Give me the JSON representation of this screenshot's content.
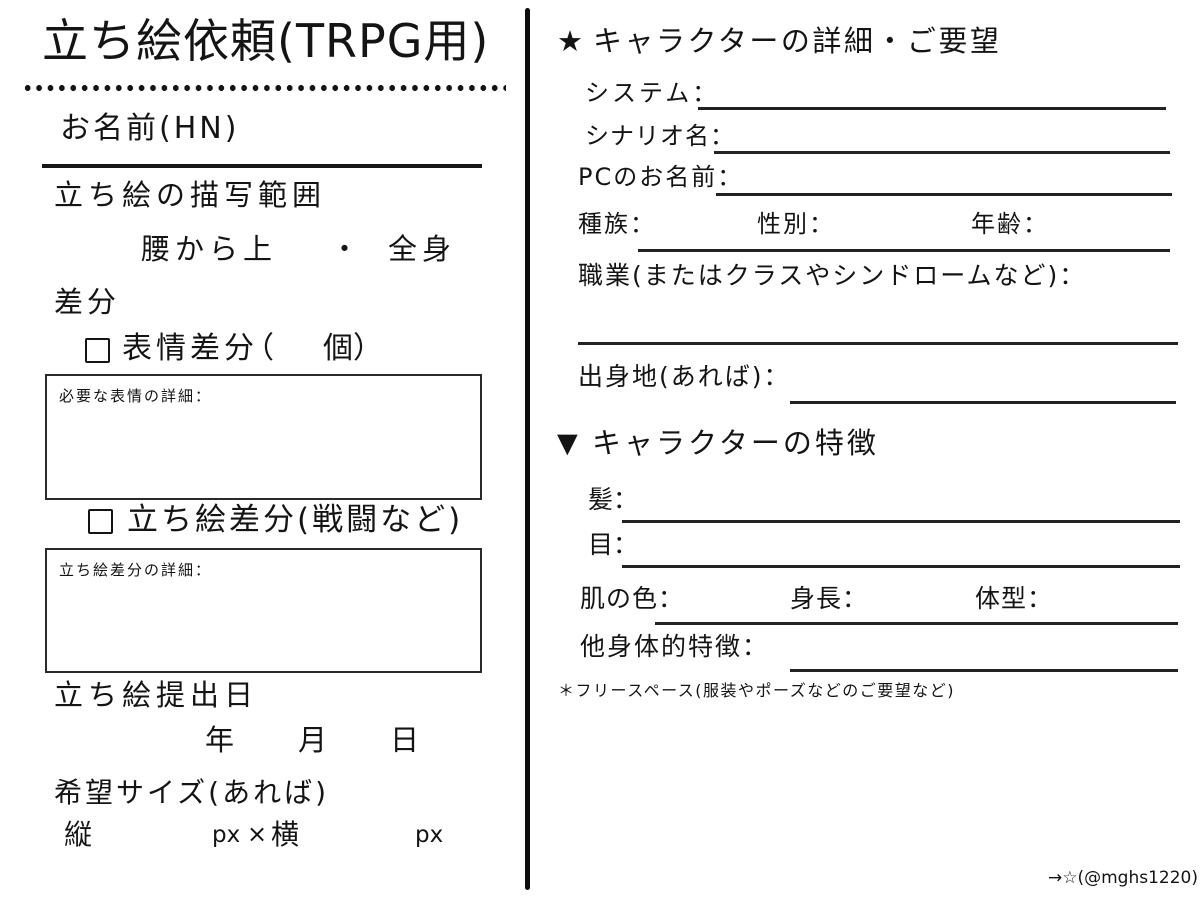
{
  "colors": {
    "ink": "#141414",
    "background": "#ffffff"
  },
  "left": {
    "title": "立ち絵依頼(TRPG用)",
    "name_label": "お名前(HN)",
    "range": {
      "heading": "立ち絵の描写範囲",
      "option_a": "腰から上",
      "separator": "・",
      "option_b": "全身"
    },
    "variants": {
      "heading": "差分",
      "expression": {
        "label": "表情差分",
        "count_open": "（",
        "count_close": "個）",
        "details_label": "必要な表情の詳細："
      },
      "standing": {
        "label": "立ち絵差分(戦闘など)",
        "details_label": "立ち絵差分の詳細："
      }
    },
    "submission": {
      "heading": "立ち絵提出日",
      "year": "年",
      "month": "月",
      "day": "日"
    },
    "size": {
      "heading": "希望サイズ(あれば)",
      "height_label": "縦",
      "px_first": "px",
      "times": "×",
      "width_label": "横",
      "px_second": "px"
    }
  },
  "right": {
    "details": {
      "icon": "★",
      "heading": "キャラクターの詳細・ご要望",
      "system_label": "システム：",
      "scenario_label": "シナリオ名：",
      "pc_name_label": "PCのお名前：",
      "race_label": "種族：",
      "gender_label": "性別：",
      "age_label": "年齢：",
      "job_label": "職業(またはクラスやシンドロームなど)：",
      "birthplace_label": "出身地(あれば)："
    },
    "features": {
      "icon": "▼",
      "heading": "キャラクターの特徴",
      "hair_label": "髪：",
      "eyes_label": "目：",
      "skin_label": "肌の色：",
      "height_label": "身長：",
      "body_label": "体型：",
      "other_label": "他身体的特徴："
    },
    "freespace_note": "＊フリースペース(服装やポーズなどのご要望など)"
  },
  "footer": {
    "credit": "→☆(@mghs1220)"
  }
}
